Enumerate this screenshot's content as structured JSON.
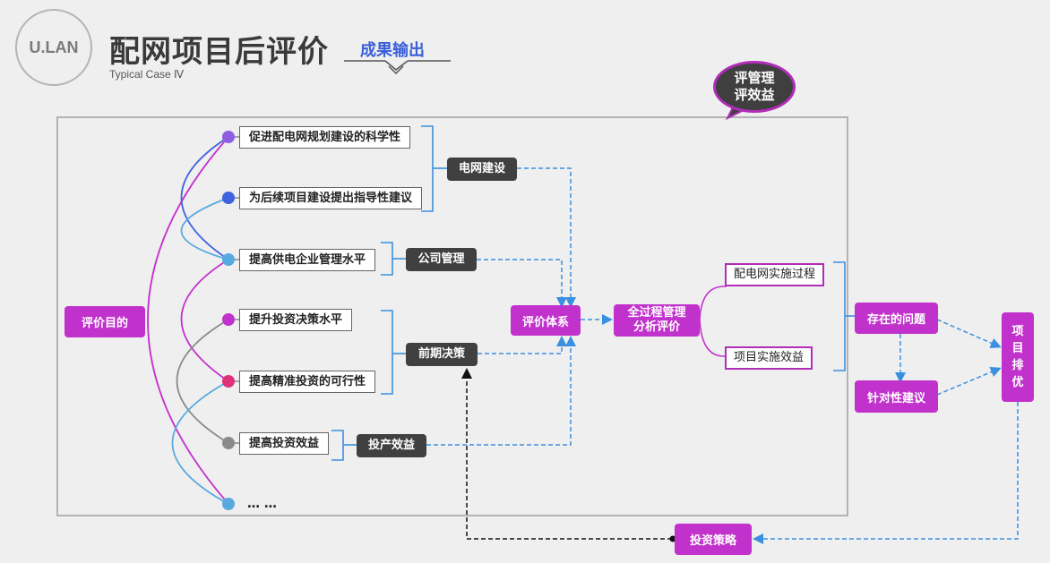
{
  "header": {
    "logo": "U.LAN",
    "title": "配网项目后评价",
    "subtitle": "Typical Case Ⅳ",
    "tag": "成果输出"
  },
  "bubble": [
    "评管理",
    "评效益"
  ],
  "purposes": {
    "root": "评价目的",
    "items": [
      "促进配电网规划建设的科学性",
      "为后续项目建设提出指导性建议",
      "提高供电企业管理水平",
      "提升投资决策水平",
      "提高精准投资的可行性",
      "提高投资效益",
      "… …"
    ]
  },
  "categories": [
    "电网建设",
    "公司管理",
    "前期决策",
    "投产效益"
  ],
  "system": "评价体系",
  "analysis": [
    "全过程管理",
    "分析评价"
  ],
  "aspects": [
    "配电网实施过程",
    "项目实施效益"
  ],
  "outcomes": [
    "存在的问题",
    "针对性建议"
  ],
  "ranking": [
    "项",
    "目",
    "排",
    "优"
  ],
  "strategy": "投资策略",
  "colors": {
    "magenta": "#c132cc",
    "dark": "#404040",
    "blue": "#3a8fe0",
    "purple": "#8e5de0",
    "royal": "#3f62de",
    "sky": "#58a9e0",
    "gray": "#8a8a8a",
    "pink": "#e0307a"
  }
}
